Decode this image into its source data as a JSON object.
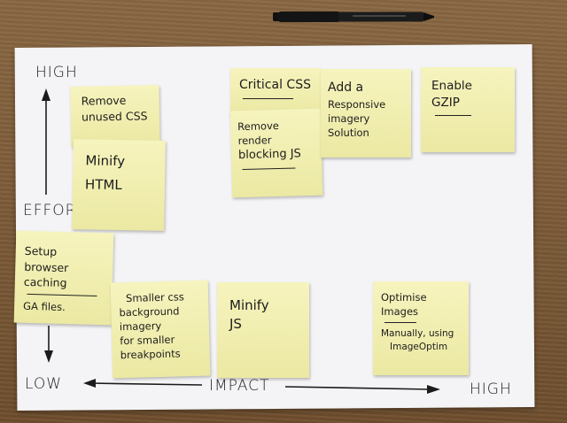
{
  "axes": {
    "y_title": "EFFORT",
    "y_high": "HIGH",
    "y_low": "LOW",
    "x_title": "IMPACT",
    "x_high": "HIGH"
  },
  "notes": {
    "remove_unused_css": {
      "lines": [
        "Remove",
        "unused CSS"
      ]
    },
    "minify_html": {
      "lines": [
        "Minify",
        "HTML"
      ]
    },
    "critical_css": {
      "title": "Critical CSS"
    },
    "remove_render_blocking": {
      "lines": [
        "Remove render",
        "blocking JS"
      ]
    },
    "responsive_imagery": {
      "lines": [
        "Add a",
        "Responsive imagery",
        "Solution"
      ]
    },
    "enable_gzip": {
      "lines": [
        "Enable",
        "GZIP"
      ]
    },
    "browser_caching": {
      "lines": [
        "Setup browser",
        "caching"
      ],
      "extra": "GA files."
    },
    "smaller_css_bg": {
      "lines": [
        "Smaller css",
        "background imagery",
        "for smaller",
        "breakpoints"
      ]
    },
    "minify_js": {
      "lines": [
        "Minify",
        "JS"
      ]
    },
    "optimise_images": {
      "lines": [
        "Optimise",
        "Images"
      ],
      "extra": [
        "Manually, using",
        "ImageOptim"
      ]
    }
  },
  "colors": {
    "sticky_note": "#f3f0a8",
    "paper": "#f4f4f6",
    "table": "#7a5a36",
    "ink": "#1c1c1c"
  }
}
